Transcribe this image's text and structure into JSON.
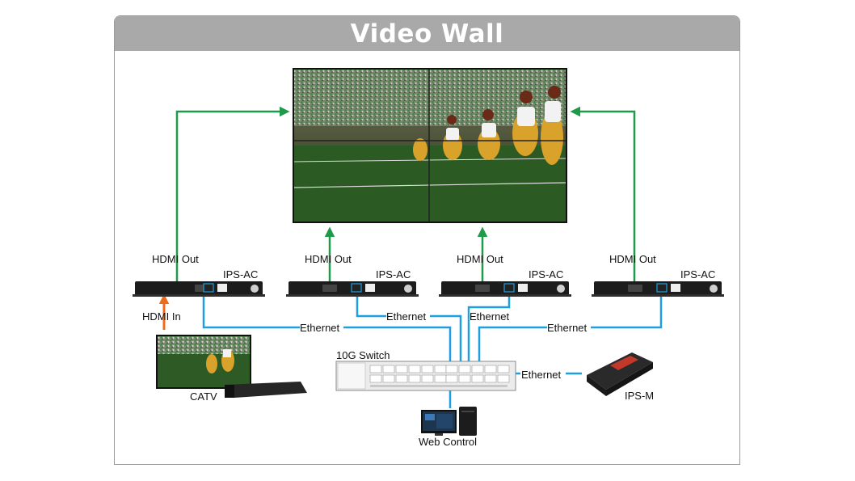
{
  "title": "Video Wall",
  "labels": {
    "hdmi_out": "HDMI Out",
    "hdmi_in": "HDMI In",
    "ips_ac": "IPS-AC",
    "ethernet": "Ethernet",
    "switch": "10G Switch",
    "catv": "CATV",
    "web_control": "Web Control",
    "ips_m": "IPS-M"
  },
  "colors": {
    "hdmi_line": "#1f9a4a",
    "ethernet_line": "#1e9fe0",
    "hdmi_in_line": "#ee6b1a",
    "title_bar": "#a9a9a9"
  },
  "icons": [
    "video-wall-display",
    "decoder-device",
    "catv-tv",
    "set-top-box",
    "network-switch",
    "web-control-computer",
    "ips-m-device"
  ]
}
